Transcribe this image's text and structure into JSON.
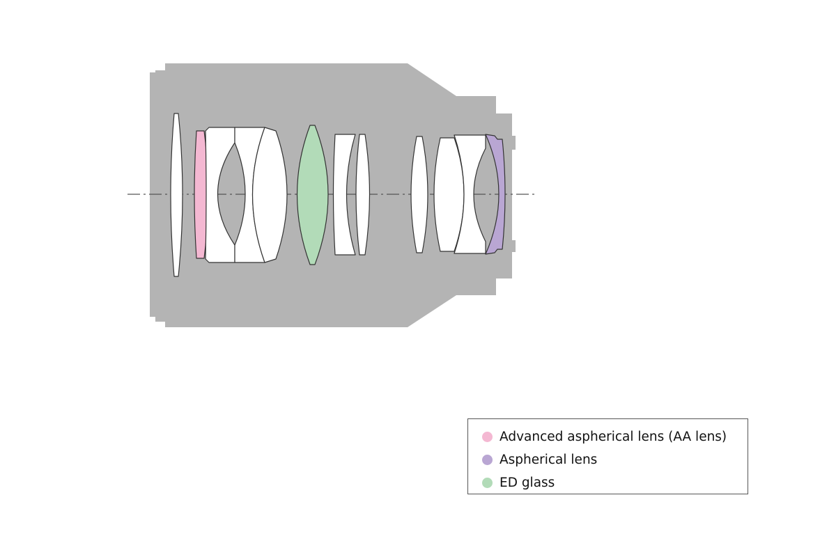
{
  "colors": {
    "barrel": "#b4b4b4",
    "element": "#ffffff",
    "aa_lens": "#f4b8d2",
    "aspherical": "#b9a6d3",
    "ed_glass": "#b2dbb8",
    "outline": "#333333"
  },
  "legend": {
    "items": [
      {
        "label": "Advanced aspherical lens (AA lens)",
        "color": "#f4b8d2"
      },
      {
        "label": "Aspherical lens",
        "color": "#b9a6d3"
      },
      {
        "label": "ED glass",
        "color": "#b2dbb8"
      }
    ]
  }
}
